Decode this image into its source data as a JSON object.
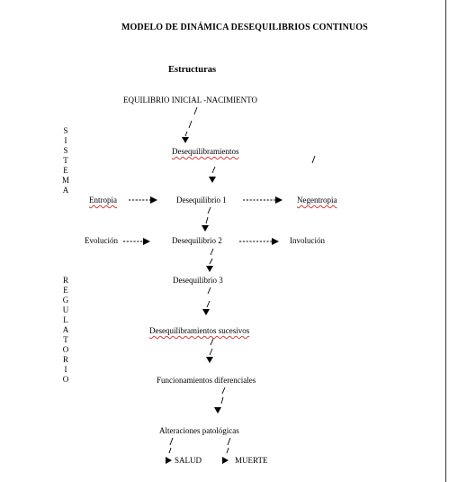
{
  "document": {
    "title": "MODELO DE DINÁMICA DESEQUILIBRIOS CONTINUOS",
    "heading": "Estructuras"
  },
  "side_labels": {
    "sistema": [
      "S",
      "I",
      "S",
      "T",
      "E",
      "M",
      "A"
    ],
    "regulatorio": [
      "R",
      "E",
      "G",
      "U",
      "L",
      "A",
      "T",
      "O",
      "R",
      "I",
      "O"
    ]
  },
  "nodes": {
    "equilibrio_inicial": "EQUILIBRIO INICIAL  -NACIMIENTO",
    "desequilibramientos": "Desequilibramientos",
    "entropia": "Entropia",
    "desequilibrio_1": "Desequilibrio 1",
    "negentropia": "Negentropia",
    "evolucion": "Evolución",
    "desequilibrio_2": "Desequilibrio 2",
    "involucion": "Involución",
    "desequilibrio_3": "Desequilibrio  3",
    "desequilibramientos_sucesivos": "Desequilibramientos sucesivos",
    "funcionamientos_diferenciales": "Funcionamientos diferenciales",
    "alteraciones_patologicas": "Alteraciones patológicas",
    "salud": "SALUD",
    "muerte": "MUERTE"
  },
  "colors": {
    "spellcheck_underline": "#d23b3b"
  }
}
